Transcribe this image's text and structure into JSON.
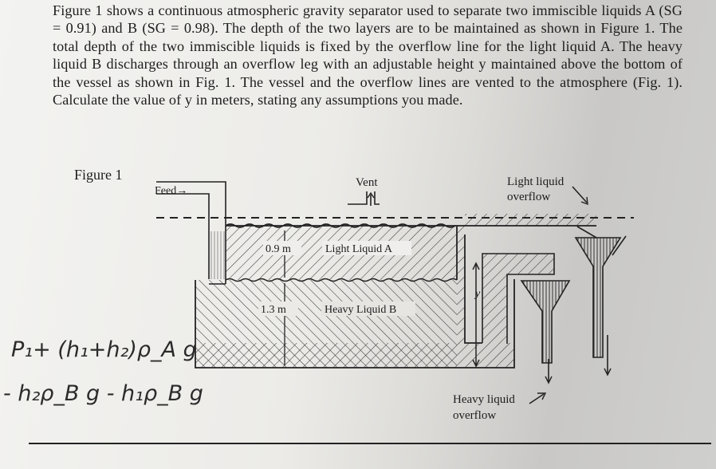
{
  "problem": {
    "text": "Figure 1 shows a continuous atmospheric gravity separator used to separate two immiscible liquids A (SG = 0.91) and B (SG = 0.98). The depth of the two layers are to be maintained as shown in Figure 1. The total depth of the two immiscible liquids is fixed by the overflow line for the light liquid A. The heavy liquid B discharges through an overflow leg with an adjustable height y maintained above the bottom of the vessel as shown in Fig. 1. The vessel and the overflow lines are vented to the atmosphere (Fig. 1). Calculate the value of y in meters, stating any assumptions you made."
  },
  "figure": {
    "caption": "Figure 1",
    "feed_label": "Feed→",
    "vent_label": "Vent",
    "light_overflow_line1": "Light liquid",
    "light_overflow_line2": "overflow",
    "heavy_overflow_line1": "Heavy liquid",
    "heavy_overflow_line2": "overflow",
    "layer_a_depth": "0.9 m",
    "layer_a_name": "Light Liquid A",
    "layer_b_depth": "1.3 m",
    "layer_b_name": "Heavy Liquid B",
    "y_label": "y"
  },
  "handwriting": {
    "line1": "P₁+ (h₁+h₂)ρ_A g",
    "line2": "- h₂ρ_B g - h₁ρ_B g"
  }
}
